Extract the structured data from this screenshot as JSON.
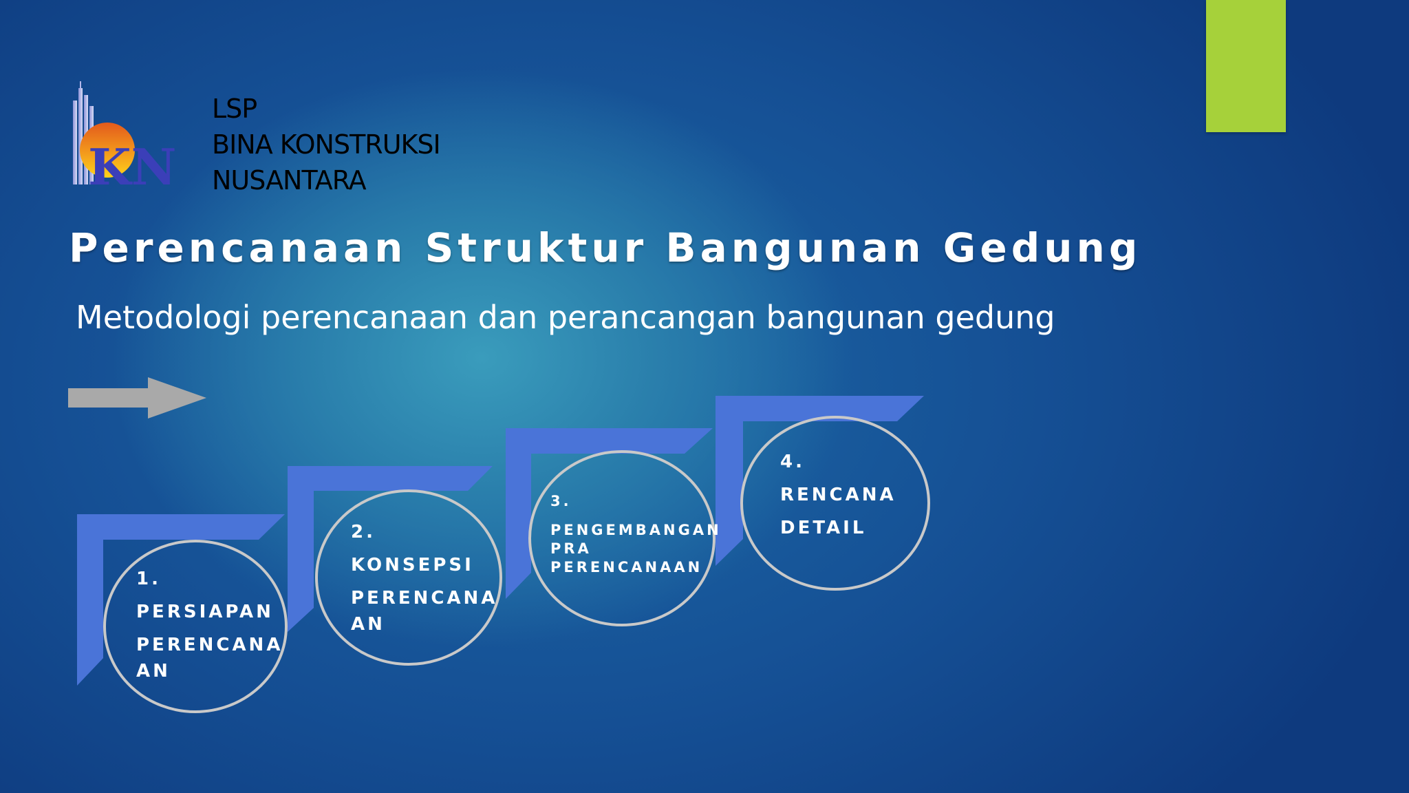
{
  "colors": {
    "accent_bar": "#a6d13a",
    "step_shape": "#4a74d8",
    "arrow": "#a9a9a9",
    "circle_stroke": "#c9c9c9"
  },
  "organization": {
    "line1": "LSP",
    "line2": "BINA KONSTRUKSI",
    "line3": "NUSANTARA",
    "logo_letters": "KN"
  },
  "title": "Perencanaan Struktur Bangunan Gedung",
  "subtitle": "Metodologi perencanaan dan perancangan bangunan gedung",
  "steps": [
    {
      "number": "1.",
      "line1": "PERSIAPAN",
      "line2": "PERENCANA",
      "line3": "AN"
    },
    {
      "number": "2.",
      "line1": "KONSEPSI",
      "line2": "PERENCANA",
      "line3": "AN"
    },
    {
      "number": "3.",
      "line1": "PENGEMBANGAN",
      "line2": "PRA",
      "line3": "PERENCANAAN"
    },
    {
      "number": "4.",
      "line1": "RENCANA",
      "line2": "DETAIL"
    }
  ]
}
